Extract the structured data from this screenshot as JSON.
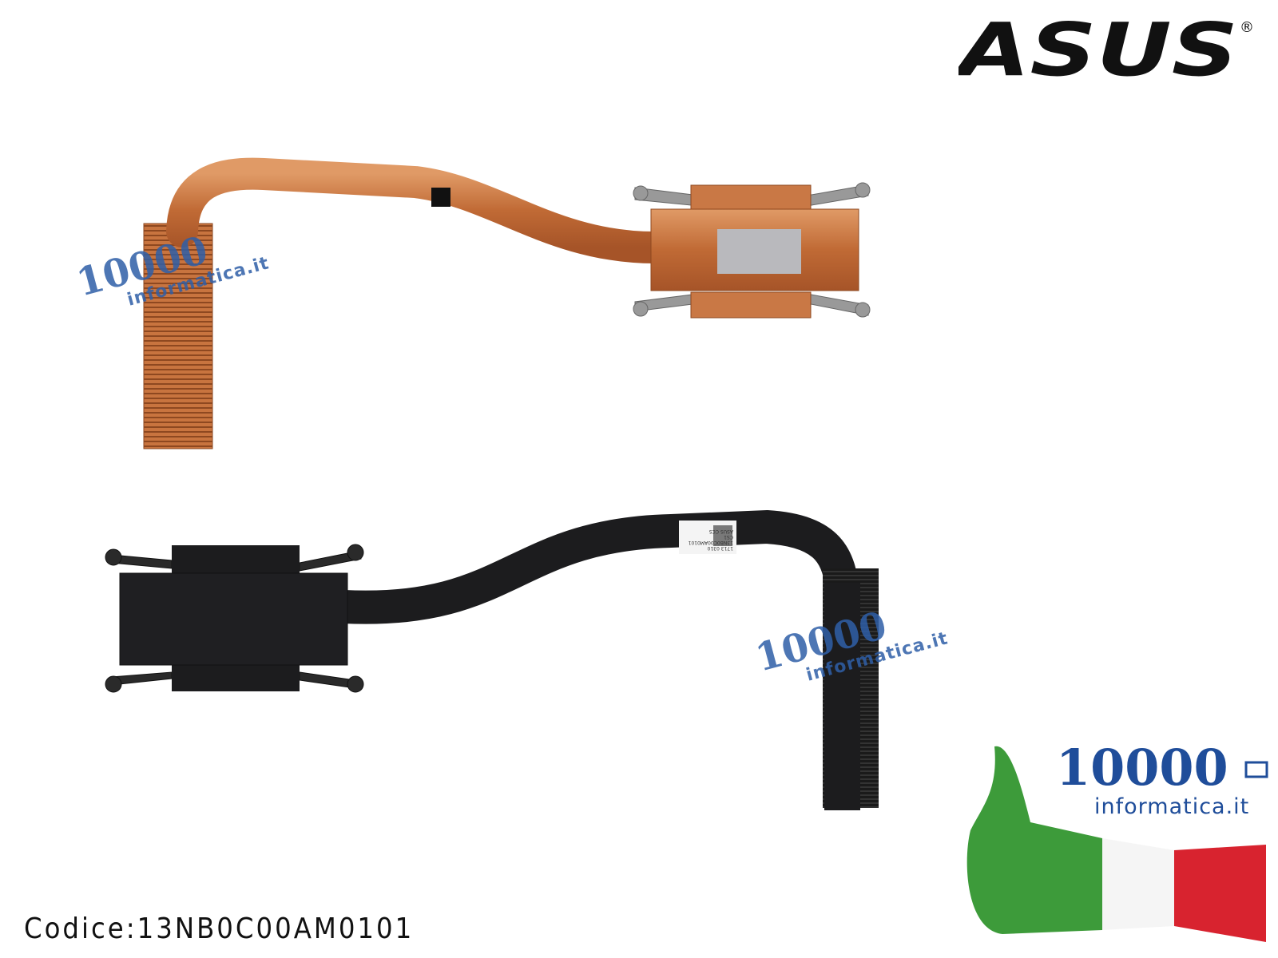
{
  "brand": {
    "logo_text": "ASUS",
    "registered": "®"
  },
  "product": {
    "code_label": "Codice:13NB0C00AM0101",
    "sticker_lines": [
      "ASUS CCS",
      "CS1",
      "13NB0C00AM0101",
      "1713 0310"
    ]
  },
  "watermark": {
    "number": "10000",
    "domain": "informatica.it"
  },
  "badge": {
    "number": "10000",
    "domain": "informatica.it"
  },
  "colors": {
    "copper": "#c8743f",
    "black_part": "#1c1c1e",
    "brand_blue": "#1f4d9a",
    "flag_green": "#3d9b3a",
    "flag_red": "#d8232f"
  }
}
